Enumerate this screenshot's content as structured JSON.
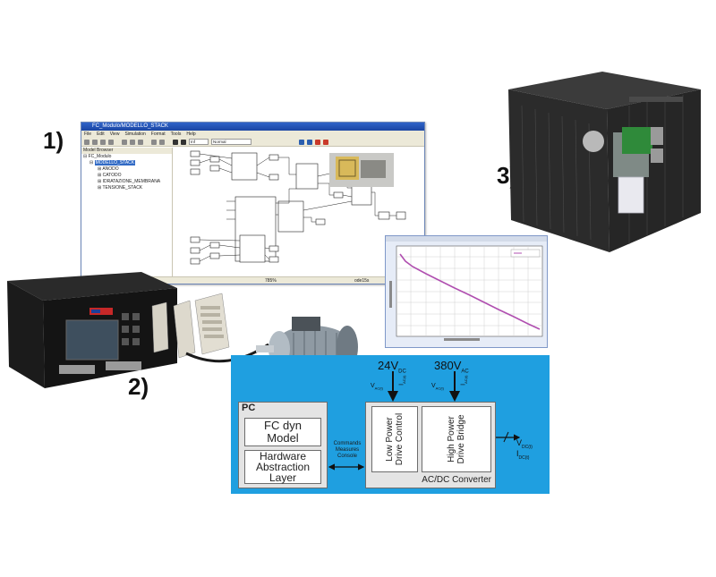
{
  "labels": {
    "one": "1)",
    "two": "2)",
    "three": "3)"
  },
  "simulink": {
    "window_title": "FC_Modulo/MODELLO_STACK",
    "menu": [
      "File",
      "Edit",
      "View",
      "Simulation",
      "Format",
      "Tools",
      "Help"
    ],
    "sim_time": "Inf",
    "sim_mode": "Normal",
    "browser_header": "Model Browser",
    "tree": [
      "FC_Modulo",
      "MODELLO_STACK",
      "ANODO",
      "CATODO",
      "IDRATAZIONE_MEMBRANA",
      "TENSIONE_STACK"
    ],
    "status_zoom": "785%",
    "status_solver": "ode15s"
  },
  "diagram": {
    "pc_title": "PC",
    "fc_model_line1": "FC dyn",
    "fc_model_line2": "Model",
    "hal_line1": "Hardware",
    "hal_line2": "Abstraction",
    "hal_line3": "Layer",
    "comm_line1": "Commands",
    "comm_line2": "Measures",
    "comm_line3": "Console",
    "low_power_line1": "Low Power",
    "low_power_line2": "Drive Control",
    "high_power_line1": "High Power",
    "high_power_line2": "Drive Bridge",
    "converter_label": "AC/DC Converter",
    "v24": "24V",
    "v24_sub": "DC",
    "v380": "380V",
    "v380_sub": "AC",
    "vac_left": "V",
    "vac_left_sub": "AC(t)",
    "iac_left": "I",
    "iac_left_sub": "AC(t)",
    "vac_mid": "V",
    "vac_mid_sub": "AC(t)",
    "iac_mid": "I",
    "iac_mid_sub": "AC(t)",
    "vdc_out": "V",
    "vdc_out_sub": "DC(t)",
    "idc_out": "I",
    "idc_out_sub": "DC(t)"
  },
  "colors": {
    "diagram_bg": "#1f9fe0",
    "plot_line": "#b04fb0"
  }
}
